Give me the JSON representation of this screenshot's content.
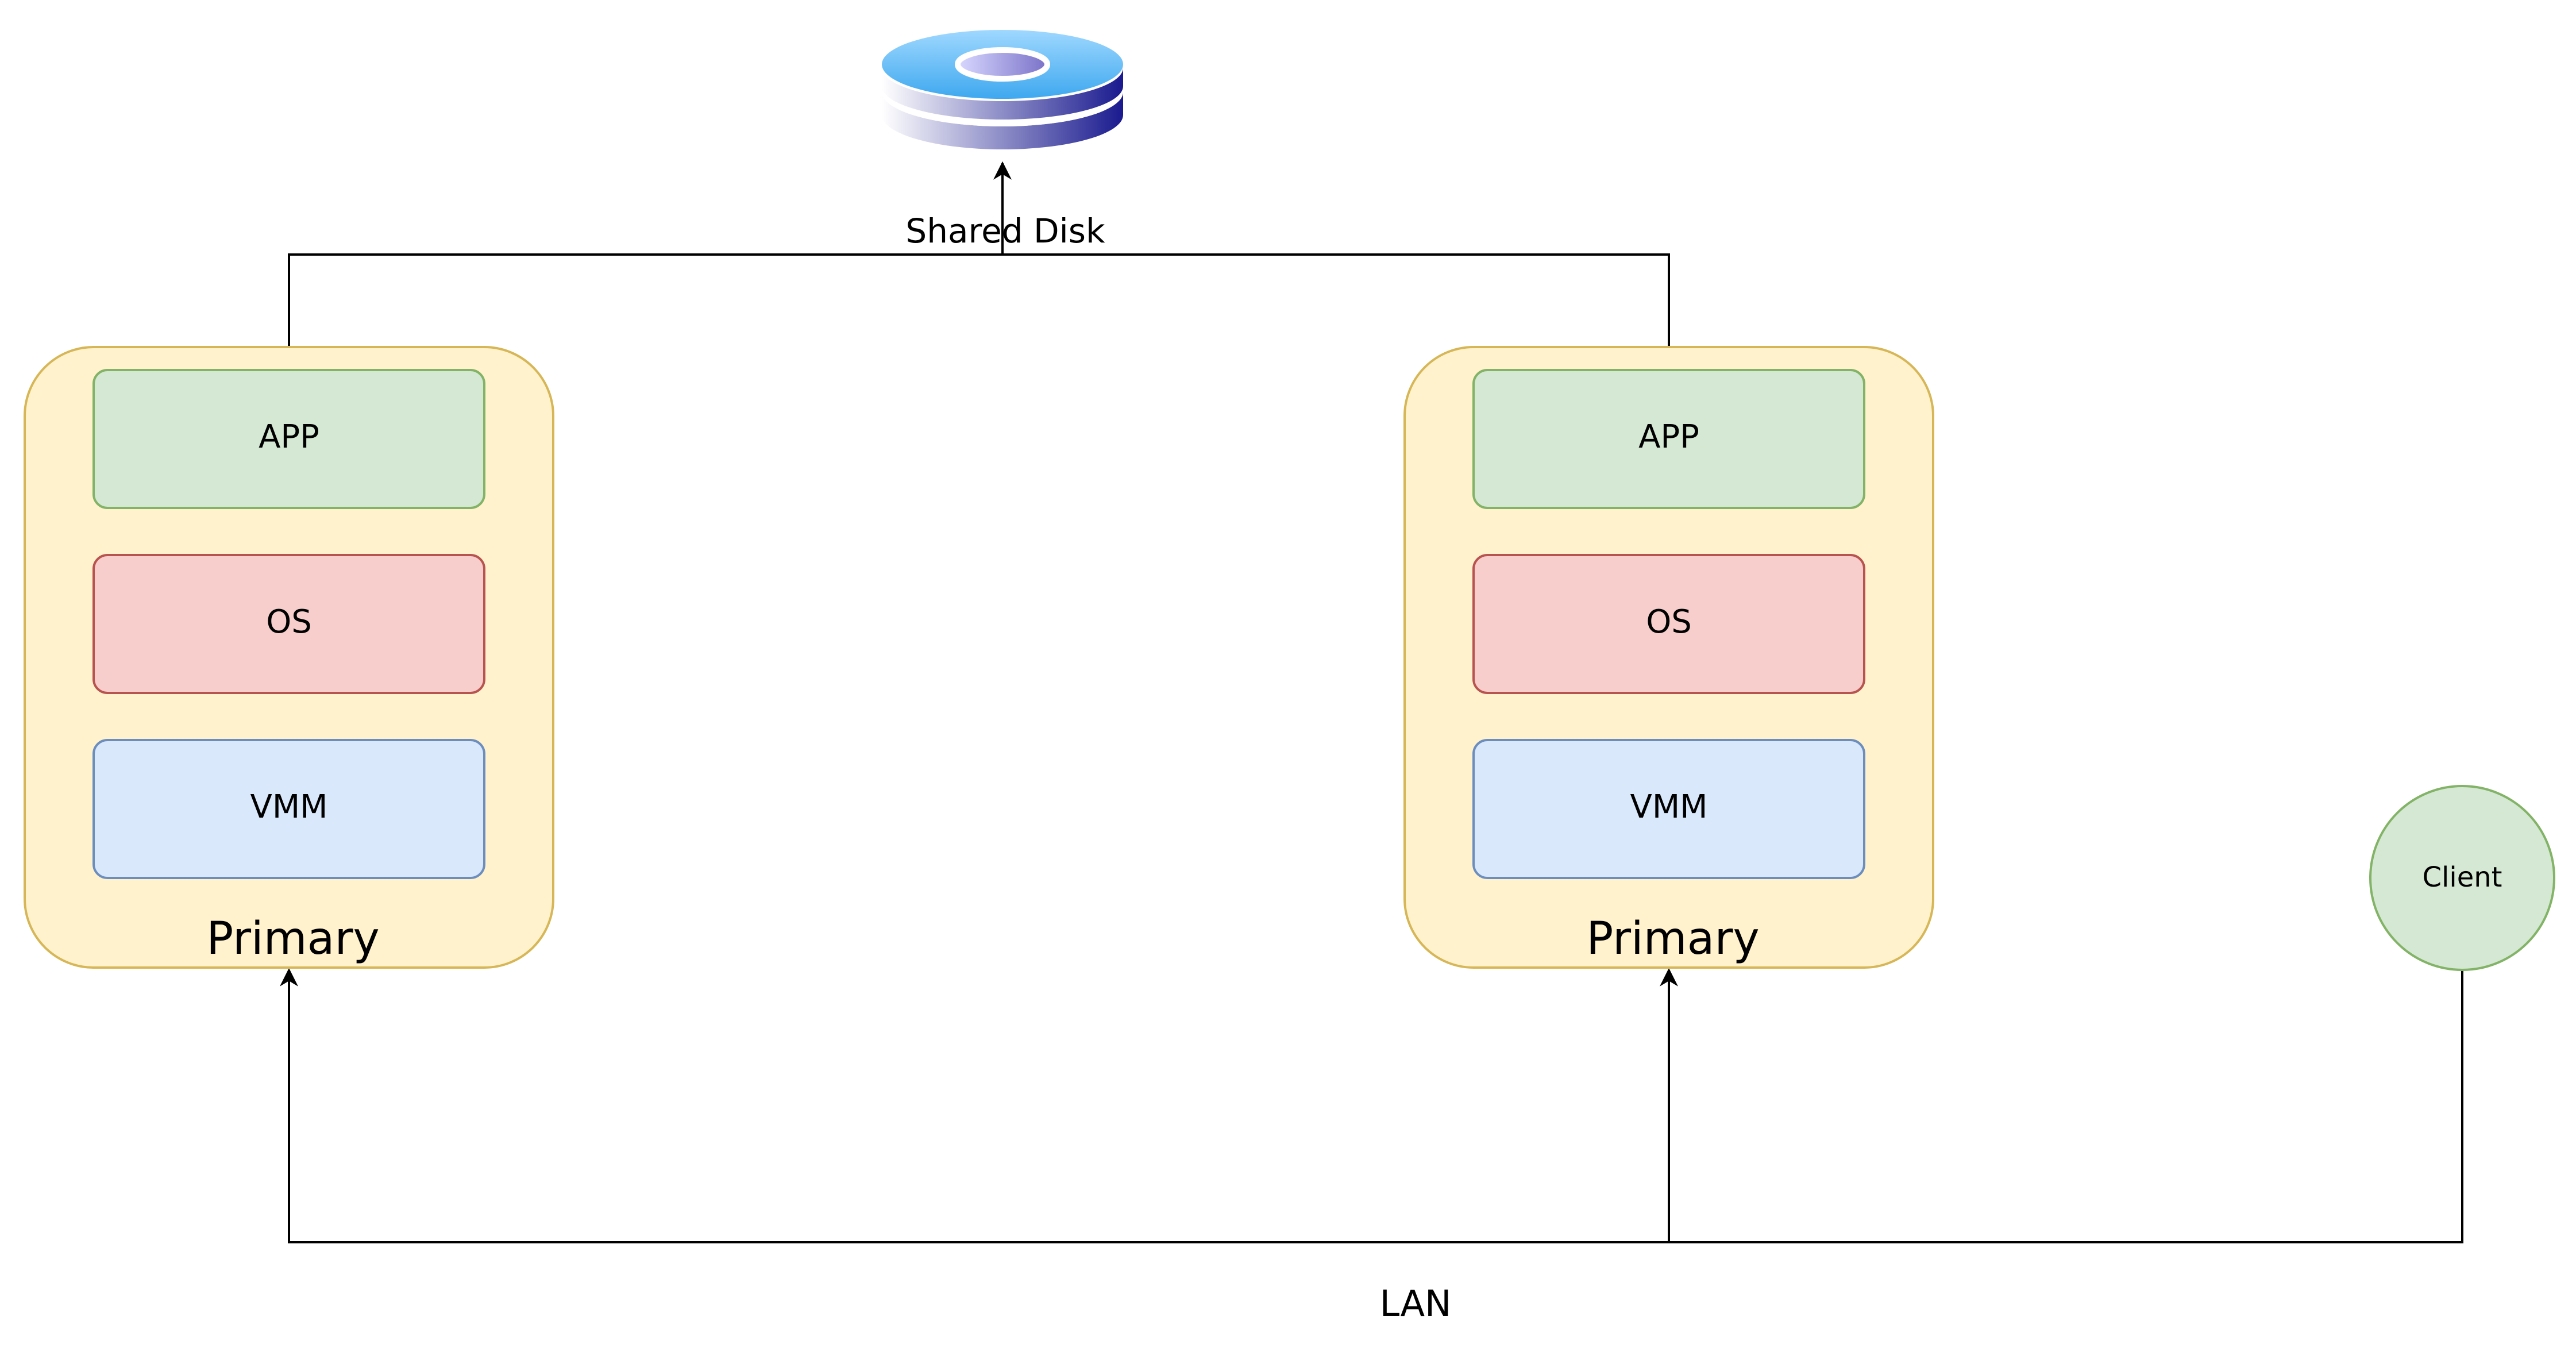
{
  "diagram": {
    "shared_disk": {
      "label": "Shared Disk"
    },
    "nodes": [
      {
        "title": "Primary",
        "layers": [
          "APP",
          "OS",
          "VMM"
        ]
      },
      {
        "title": "Primary",
        "layers": [
          "APP",
          "OS",
          "VMM"
        ]
      }
    ],
    "client": {
      "label": "Client"
    },
    "network": {
      "label": "LAN"
    },
    "colors": {
      "node_fill": "#fff2cc",
      "node_stroke": "#d6b656",
      "app_fill": "#d5e8d4",
      "app_stroke": "#82b366",
      "os_fill": "#f8cecc",
      "os_stroke": "#b85450",
      "vmm_fill": "#dae8fc",
      "vmm_stroke": "#6c8ebf",
      "client_fill": "#d5e8d4",
      "client_stroke": "#82b366",
      "line": "#000000"
    }
  }
}
